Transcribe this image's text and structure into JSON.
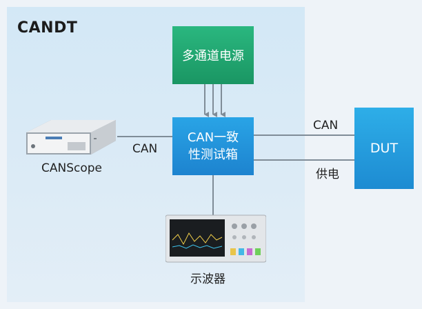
{
  "title": "CANDT",
  "nodes": {
    "power_supply": "多通道电源",
    "tester_line1": "CAN一致",
    "tester_line2": "性测试箱",
    "dut": "DUT",
    "canscope": "CANScope",
    "oscilloscope": "示波器"
  },
  "edges": {
    "canscope_link": "CAN",
    "dut_can_link": "CAN",
    "dut_power_link": "供电"
  },
  "colors": {
    "power_supply": "#1fa66f",
    "tester": "#2295dc",
    "dut": "#2199dd",
    "wire": "#7f8c97"
  }
}
